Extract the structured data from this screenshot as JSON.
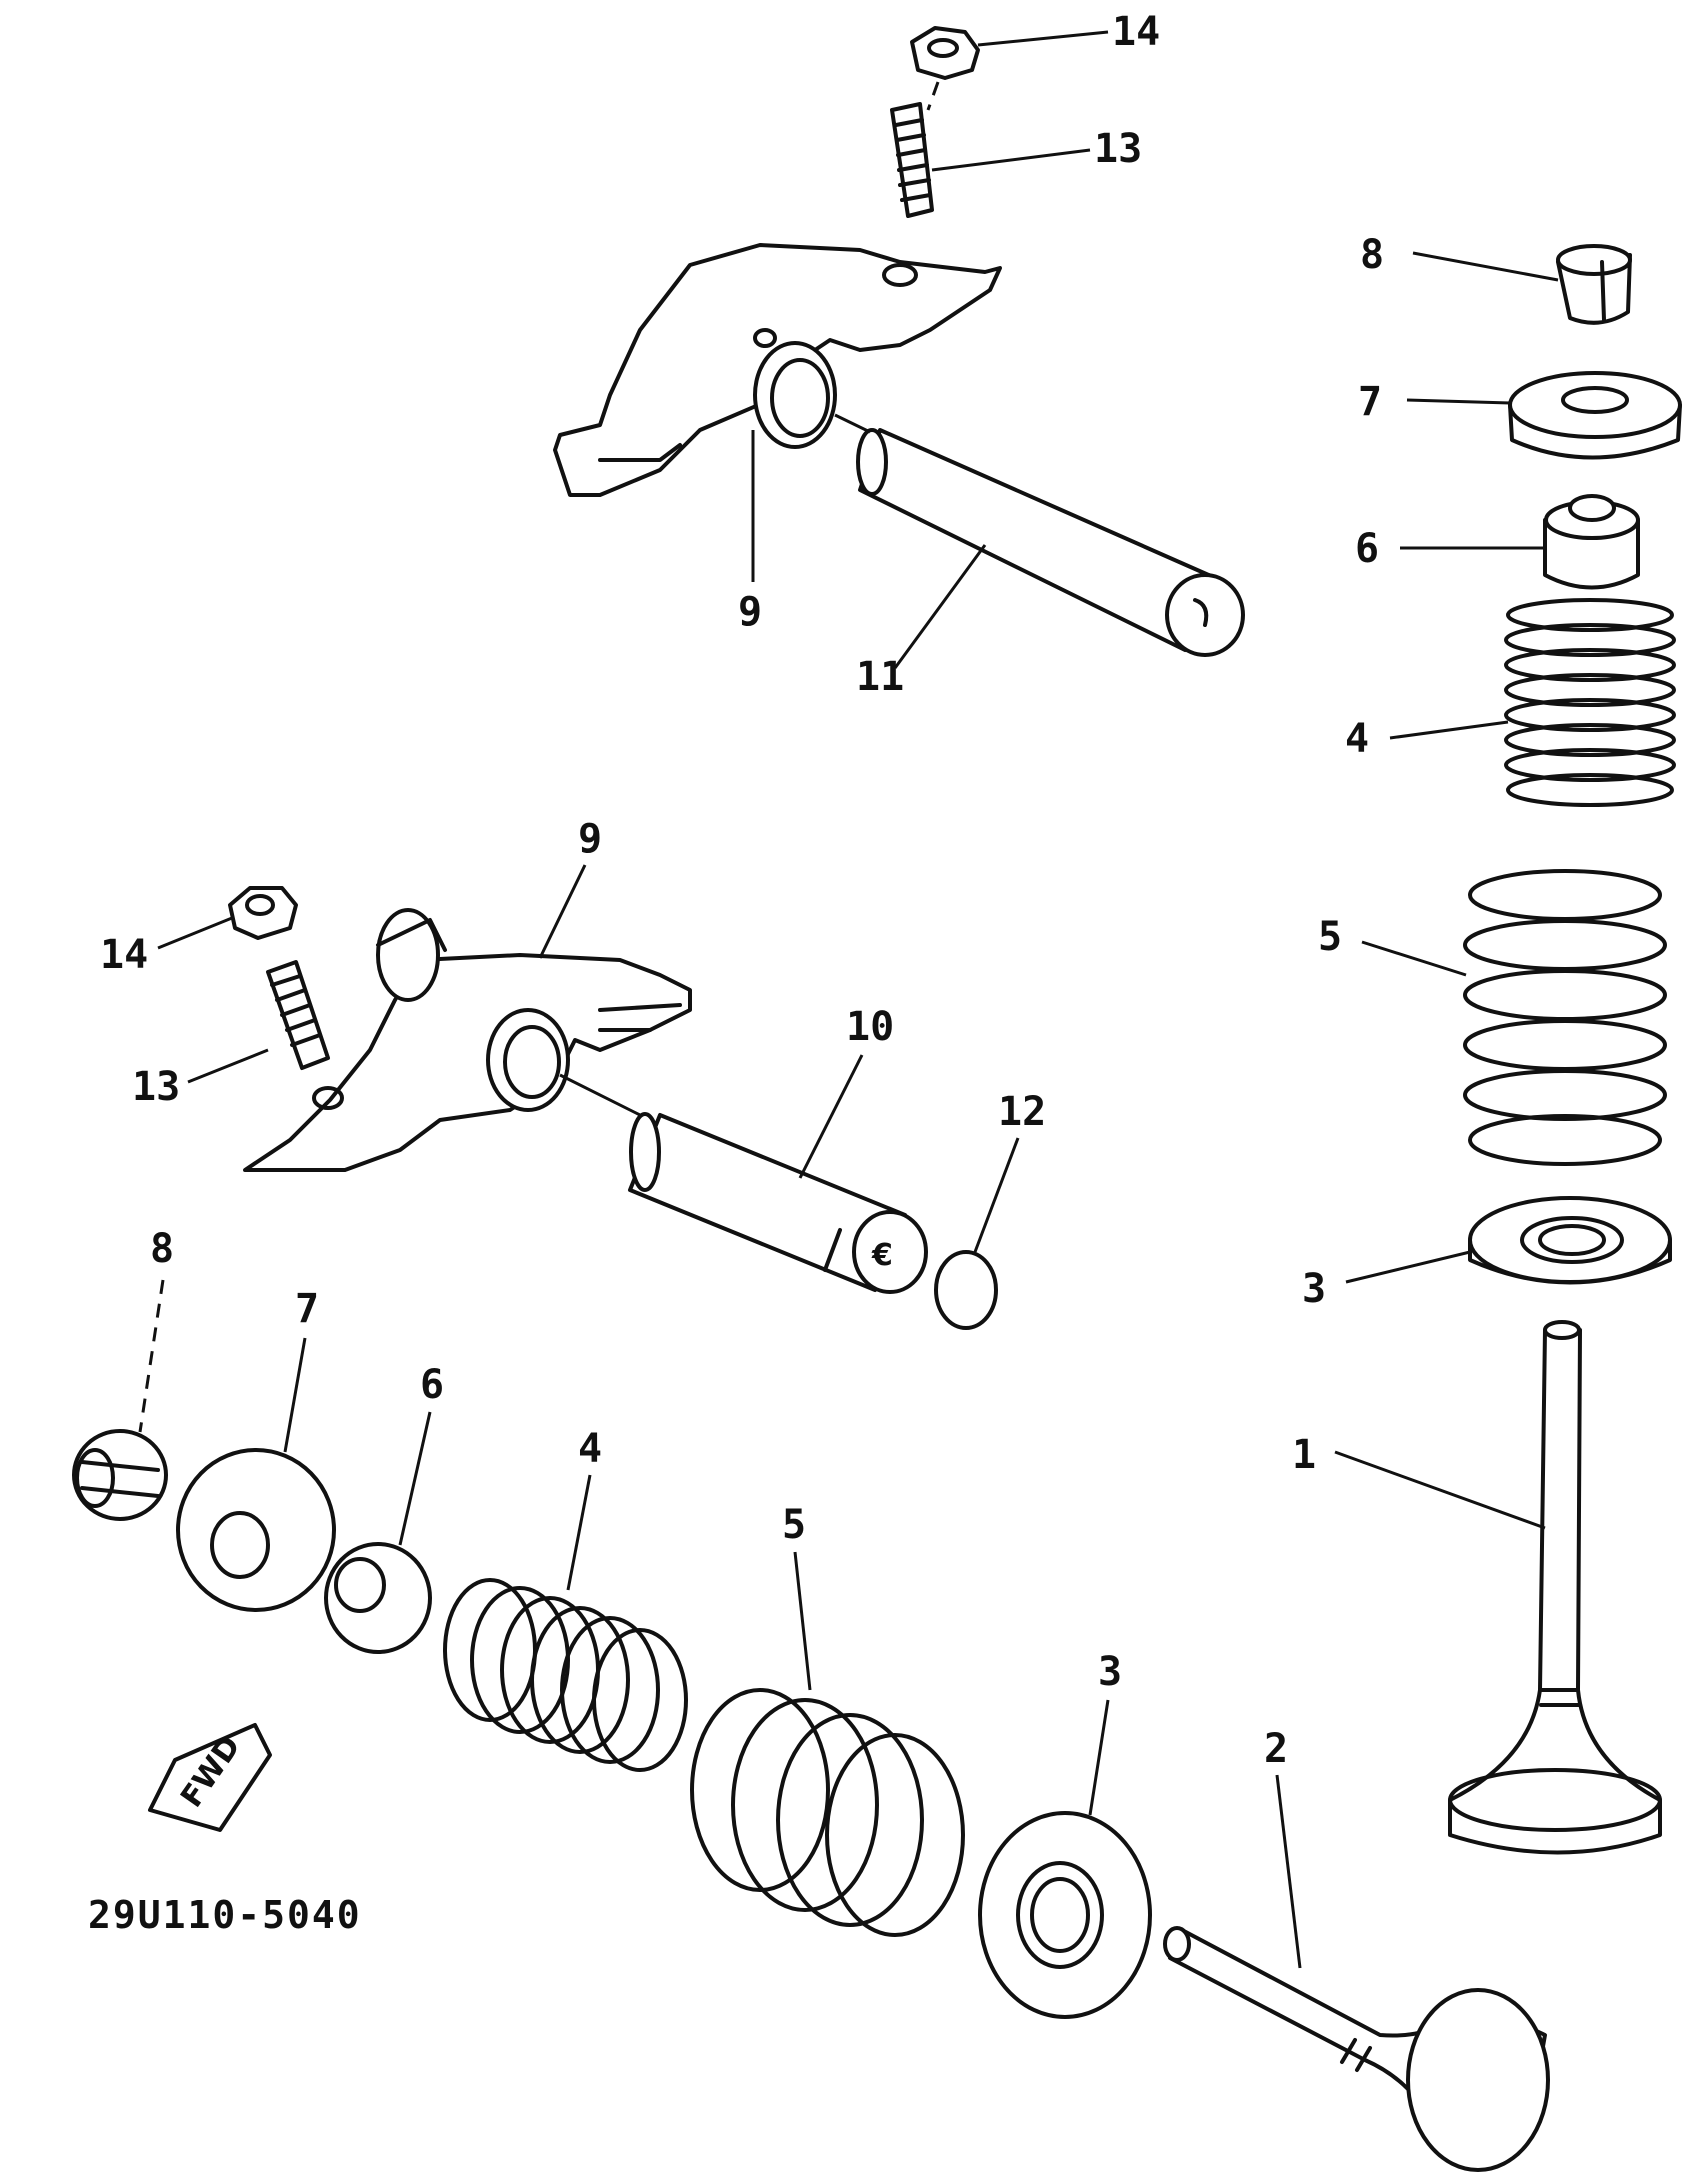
{
  "callouts": {
    "c1": "1",
    "c2": "2",
    "c3a": "3",
    "c3b": "3",
    "c4a": "4",
    "c4b": "4",
    "c5a": "5",
    "c5b": "5",
    "c6a": "6",
    "c6b": "6",
    "c7a": "7",
    "c7b": "7",
    "c8a": "8",
    "c8b": "8",
    "c9a": "9",
    "c9b": "9",
    "c10": "10",
    "c11": "11",
    "c12": "12",
    "c13a": "13",
    "c13b": "13",
    "c14a": "14",
    "c14b": "14"
  },
  "fwd_label": "FWD",
  "figure_code": "29U110-5040"
}
